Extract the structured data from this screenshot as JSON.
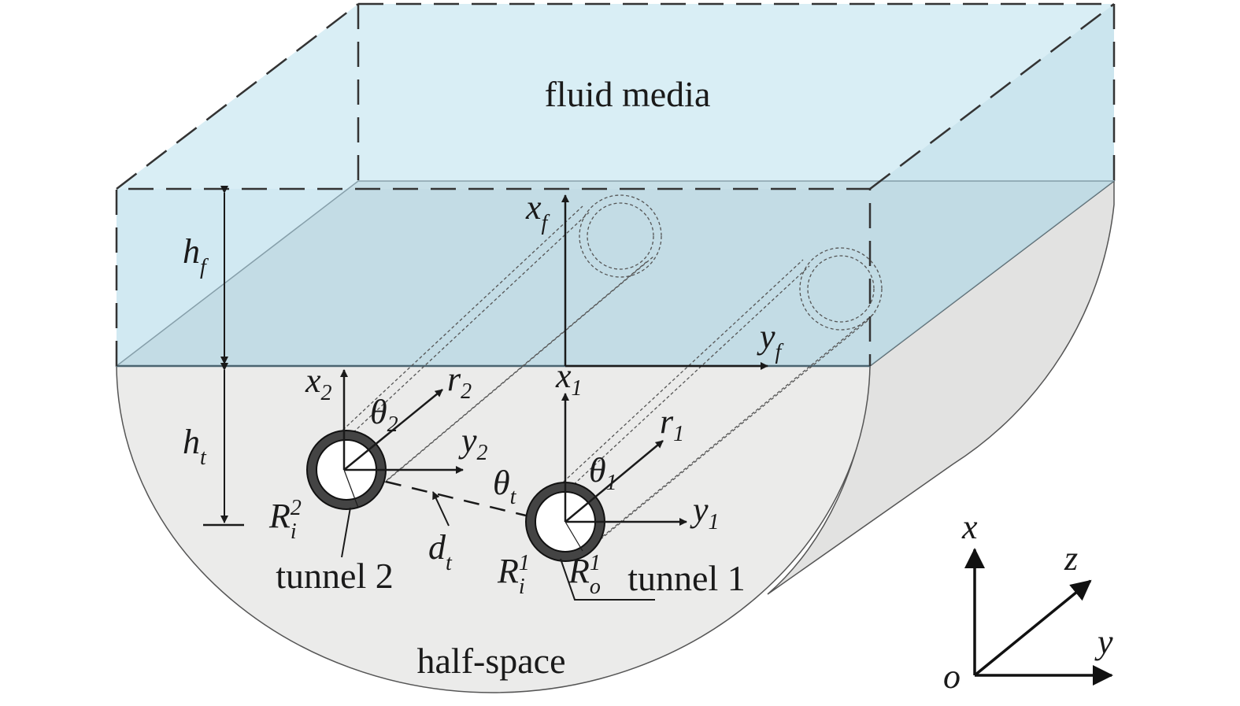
{
  "labels": {
    "fluid": "fluid media",
    "half_space": "half-space",
    "tunnel1": "tunnel 1",
    "tunnel2": "tunnel 2"
  },
  "symbols": {
    "h_f": {
      "main": "h",
      "sub": "f"
    },
    "h_t": {
      "main": "h",
      "sub": "t"
    },
    "x_f": {
      "main": "x",
      "sub": "f"
    },
    "y_f": {
      "main": "y",
      "sub": "f"
    },
    "x_2": {
      "main": "x",
      "sub": "2"
    },
    "y_2": {
      "main": "y",
      "sub": "2"
    },
    "r_2": {
      "main": "r",
      "sub": "2"
    },
    "theta_2": {
      "main": "θ",
      "sub": "2"
    },
    "x_1": {
      "main": "x",
      "sub": "1"
    },
    "y_1": {
      "main": "y",
      "sub": "1"
    },
    "r_1": {
      "main": "r",
      "sub": "1"
    },
    "theta_1": {
      "main": "θ",
      "sub": "1"
    },
    "theta_t": {
      "main": "θ",
      "sub": "t"
    },
    "d_t": {
      "main": "d",
      "sub": "t"
    },
    "R_i2": {
      "main": "R",
      "sub": "i",
      "sup": "2"
    },
    "R_i1": {
      "main": "R",
      "sub": "i",
      "sup": "1"
    },
    "R_o1": {
      "main": "R",
      "sub": "o",
      "sup": "1"
    }
  },
  "axes": {
    "x": "x",
    "y": "y",
    "z": "z",
    "origin": "o"
  },
  "colors": {
    "fluid": "#cfe8f1",
    "fluid_top": "#d9eef5",
    "half_space": "#ebebea",
    "line": "#1a1a1a",
    "dash": "#333333"
  }
}
